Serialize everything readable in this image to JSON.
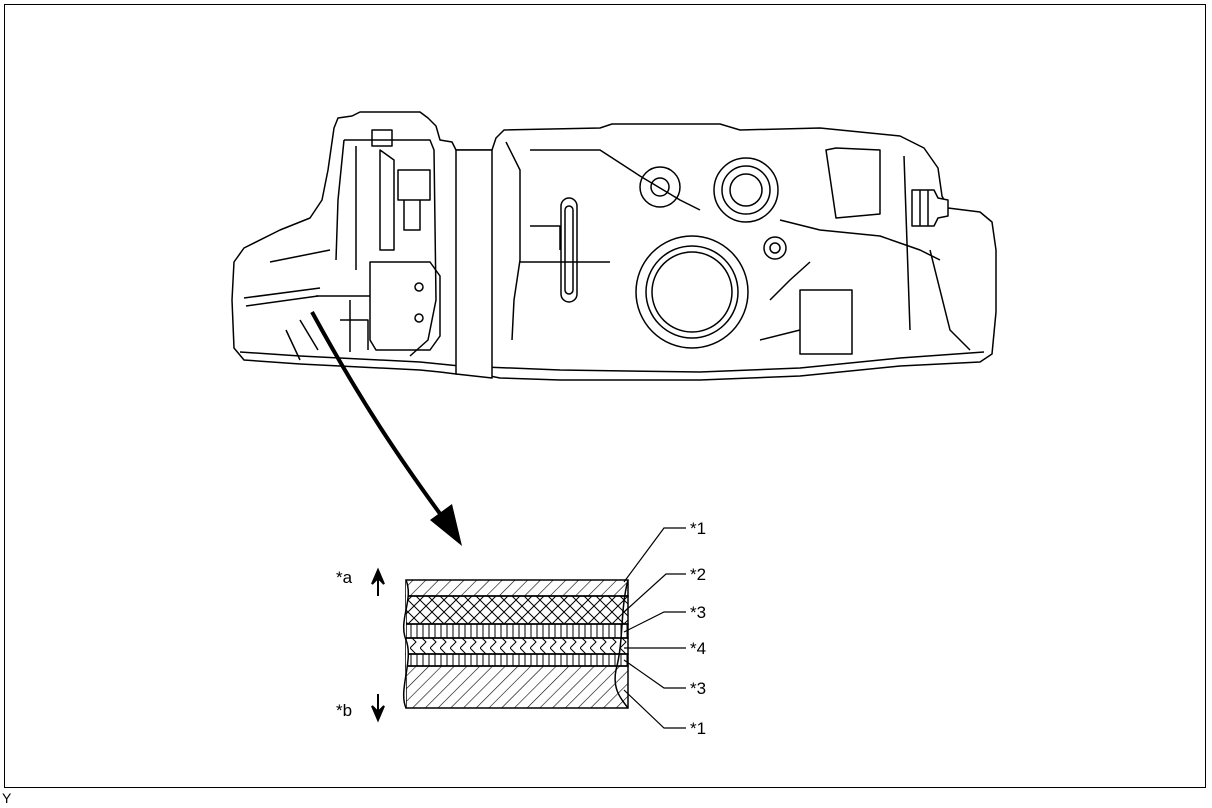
{
  "figure_code": "Y",
  "direction_labels": {
    "top": "*a",
    "bottom": "*b"
  },
  "layer_callouts": [
    "*1",
    "*2",
    "*3",
    "*4",
    "*3",
    "*1"
  ],
  "colors": {
    "line": "#000000",
    "background": "#ffffff"
  }
}
